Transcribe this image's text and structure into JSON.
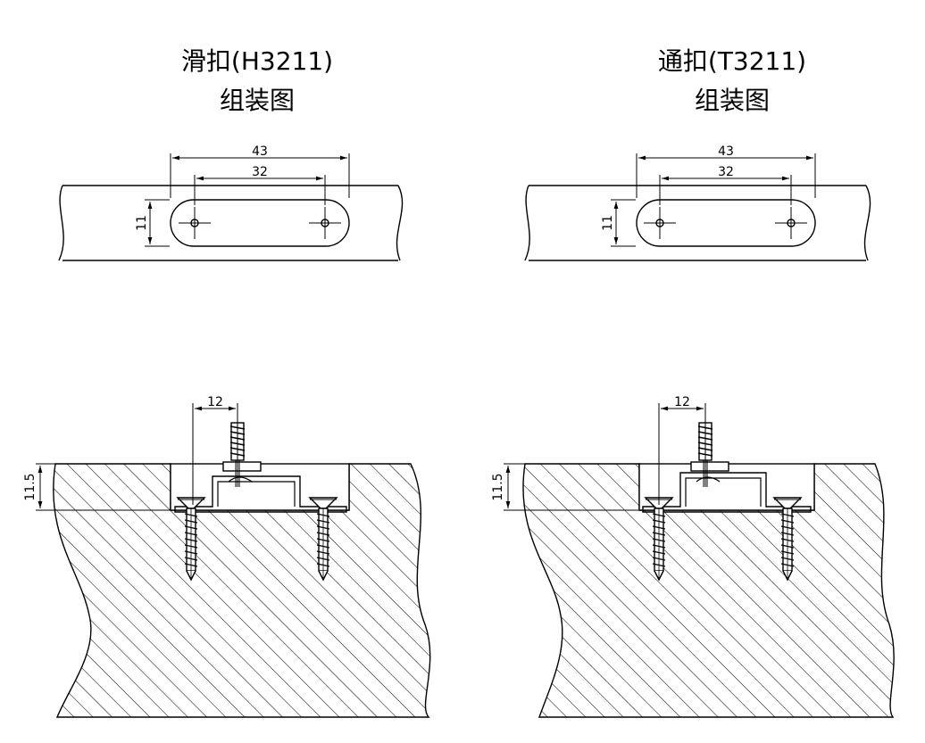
{
  "left": {
    "title_line1": "滑扣(H3211)",
    "title_line2": "组装图",
    "dim_overall": "43",
    "dim_holes": "32",
    "dim_height": "11",
    "dim_offset": "12",
    "dim_depth": "11.5"
  },
  "right": {
    "title_line1": "通扣(T3211)",
    "title_line2": "组装图",
    "dim_overall": "43",
    "dim_holes": "32",
    "dim_height": "11",
    "dim_offset": "12",
    "dim_depth": "11.5"
  }
}
